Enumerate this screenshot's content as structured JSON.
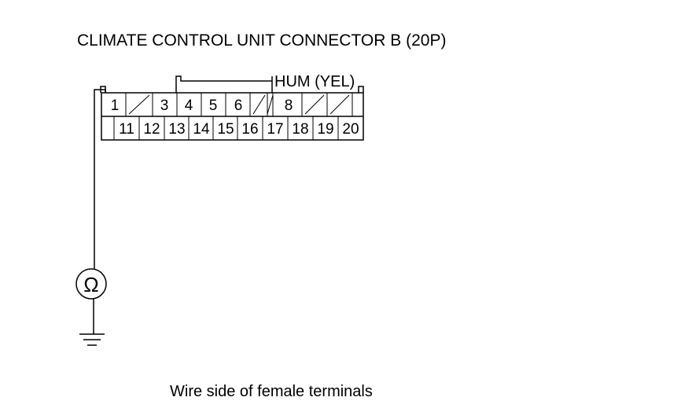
{
  "title": "CLIMATE CONTROL UNIT CONNECTOR B (20P)",
  "wire_label": "HUM (YEL)",
  "meter_symbol": "Ω",
  "meter_icon": "ohmmeter-icon",
  "ground_icon": "ground-icon",
  "caption": "Wire side of female terminals",
  "connector": {
    "top_row": [
      "1",
      "",
      "3",
      "4",
      "5",
      "6",
      "",
      "",
      "8",
      "",
      "",
      ""
    ],
    "bottom_row": [
      "",
      "11",
      "12",
      "13",
      "14",
      "15",
      "16",
      "17",
      "18",
      "19",
      "20"
    ]
  }
}
